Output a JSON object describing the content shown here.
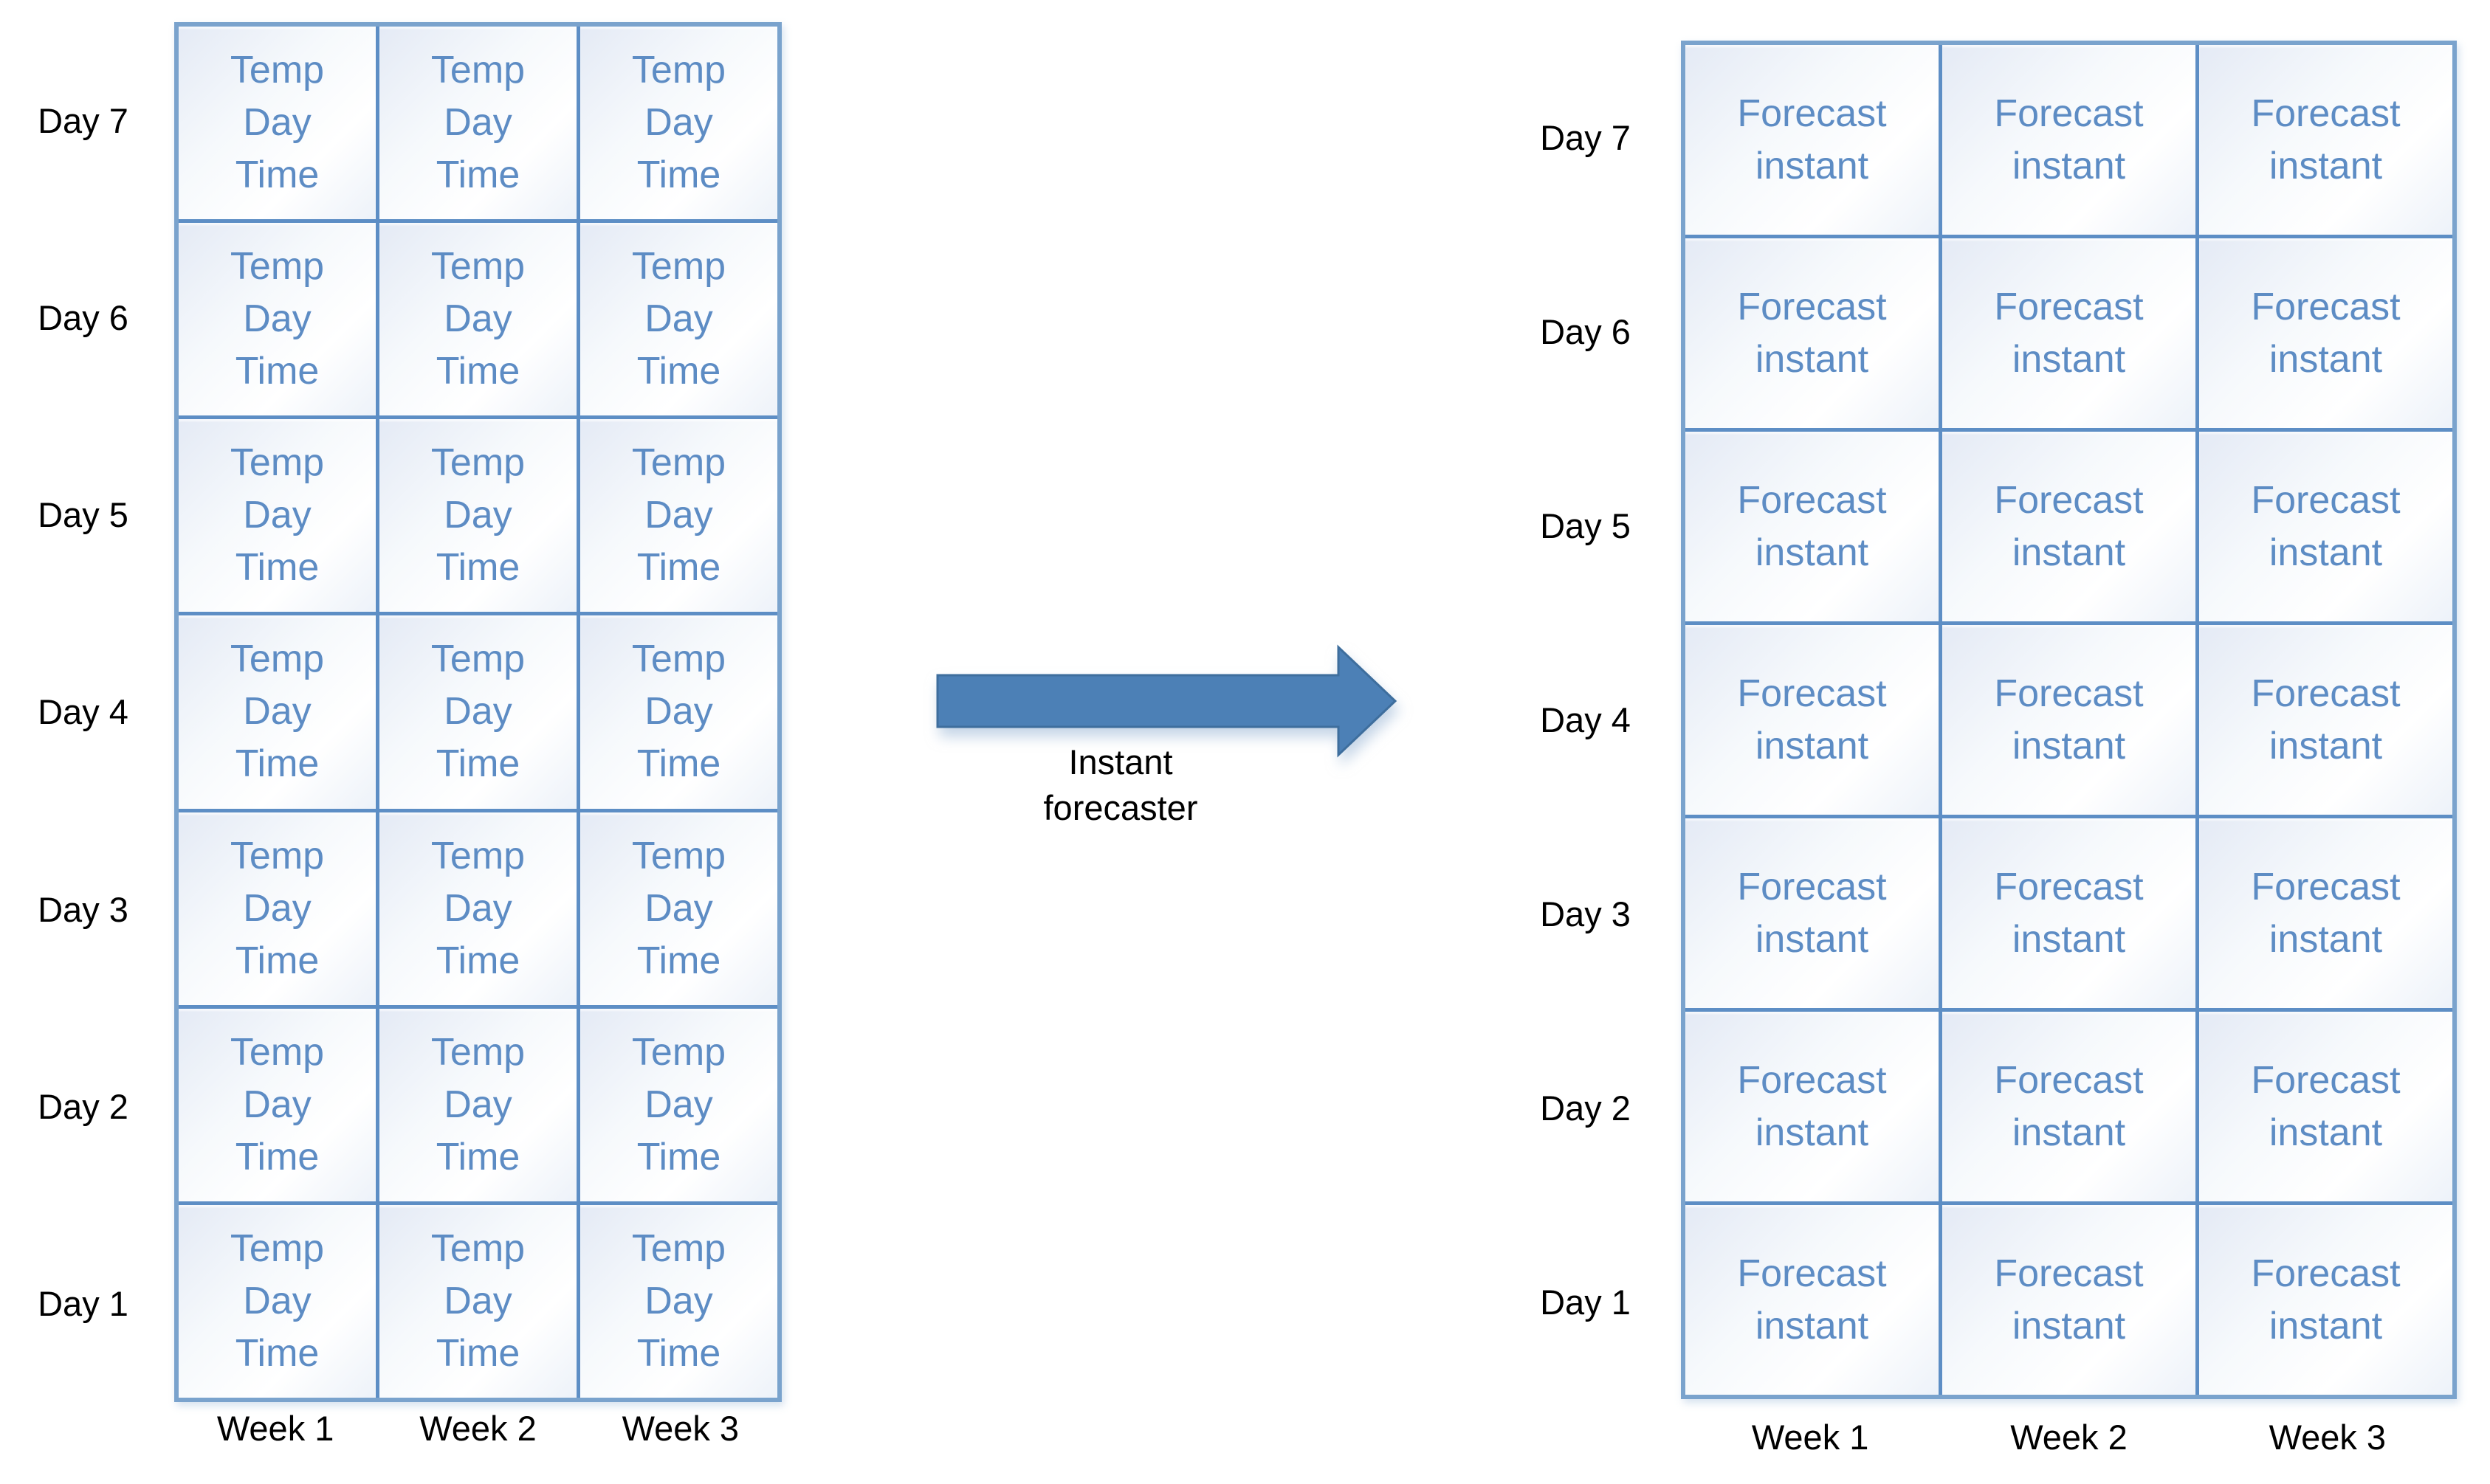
{
  "left_panel": {
    "row_labels": [
      "Day 7",
      "Day 6",
      "Day 5",
      "Day 4",
      "Day 3",
      "Day 2",
      "Day 1"
    ],
    "week_labels": [
      "Week 1",
      "Week 2",
      "Week 3"
    ],
    "cell_text": "Temp\nDay\nTime"
  },
  "arrow": {
    "label": "Instant\nforecaster"
  },
  "right_panel": {
    "row_labels": [
      "Day 7",
      "Day 6",
      "Day 5",
      "Day 4",
      "Day 3",
      "Day 2",
      "Day 1"
    ],
    "week_labels": [
      "Week 1",
      "Week 2",
      "Week 3"
    ],
    "cell_text": "Forecast\ninstant"
  },
  "colors": {
    "arrow_fill": "#4c80b6",
    "arrow_stroke": "#3e6e9d",
    "grid_line": "#5d8ec5",
    "cell_text": "#5d8cc4",
    "label_text": "#000000"
  }
}
